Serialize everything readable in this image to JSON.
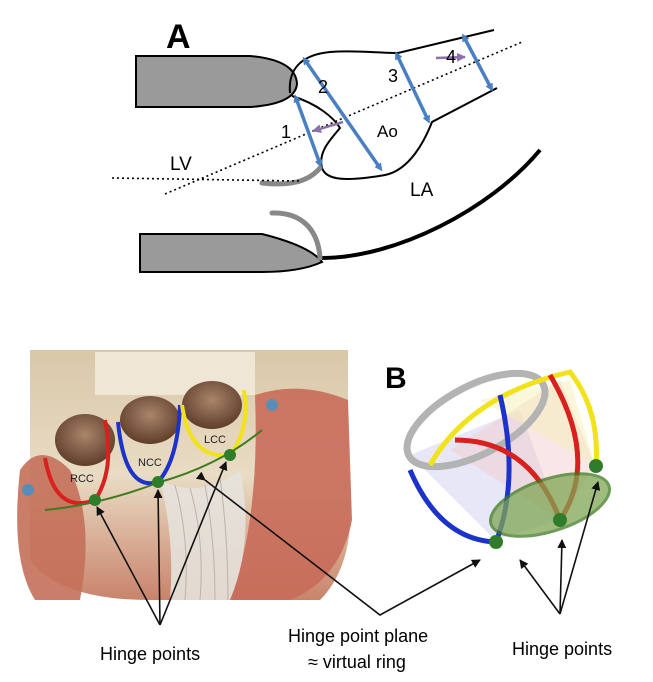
{
  "panel_a": {
    "letter": "A",
    "label_lv": "LV",
    "label_la": "LA",
    "label_ao": "Ao",
    "measurements": [
      "1",
      "2",
      "3",
      "4"
    ]
  },
  "panel_b": {
    "letter": "B",
    "cusps": [
      "RCC",
      "NCC",
      "LCC"
    ],
    "caption_left": "Hinge points",
    "caption_middle_line1": "Hinge point plane",
    "caption_middle_line2": "≈ virtual ring",
    "caption_right": "Hinge points"
  },
  "colors": {
    "measure_arrow": "#4a7fc1",
    "small_arrow": "#8e6fae",
    "right_coronary": "#d8201f",
    "non_coronary": "#1c33c9",
    "left_coronary": "#f2e21a",
    "hinge_plane": "#3e7a1f",
    "hinge_point": "#2f7d2a",
    "gray_shape": "#9a9a9a"
  }
}
